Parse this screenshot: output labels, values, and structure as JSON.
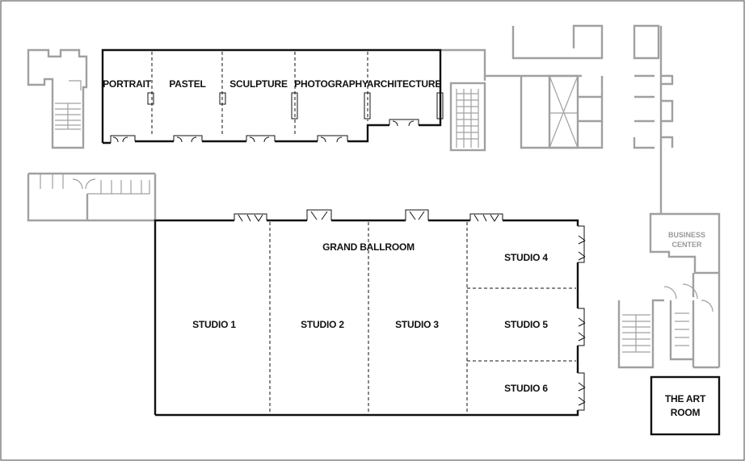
{
  "galleries": {
    "portrait": "PORTRAIT",
    "pastel": "PASTEL",
    "sculpture": "SCULPTURE",
    "photography": "PHOTOGRAPHY",
    "architecture": "ARCHITECTURE"
  },
  "ballroom": {
    "title": "GRAND BALLROOM",
    "studio1": "STUDIO 1",
    "studio2": "STUDIO 2",
    "studio3": "STUDIO 3",
    "studio4": "STUDIO 4",
    "studio5": "STUDIO 5",
    "studio6": "STUDIO 6"
  },
  "business_center": {
    "line1": "BUSINESS",
    "line2": "CENTER"
  },
  "art_room": {
    "line1": "THE ART",
    "line2": "ROOM"
  },
  "colors": {
    "highlight_walls": "#111111",
    "context_walls": "#a0a0a0",
    "background": "#ffffff"
  }
}
